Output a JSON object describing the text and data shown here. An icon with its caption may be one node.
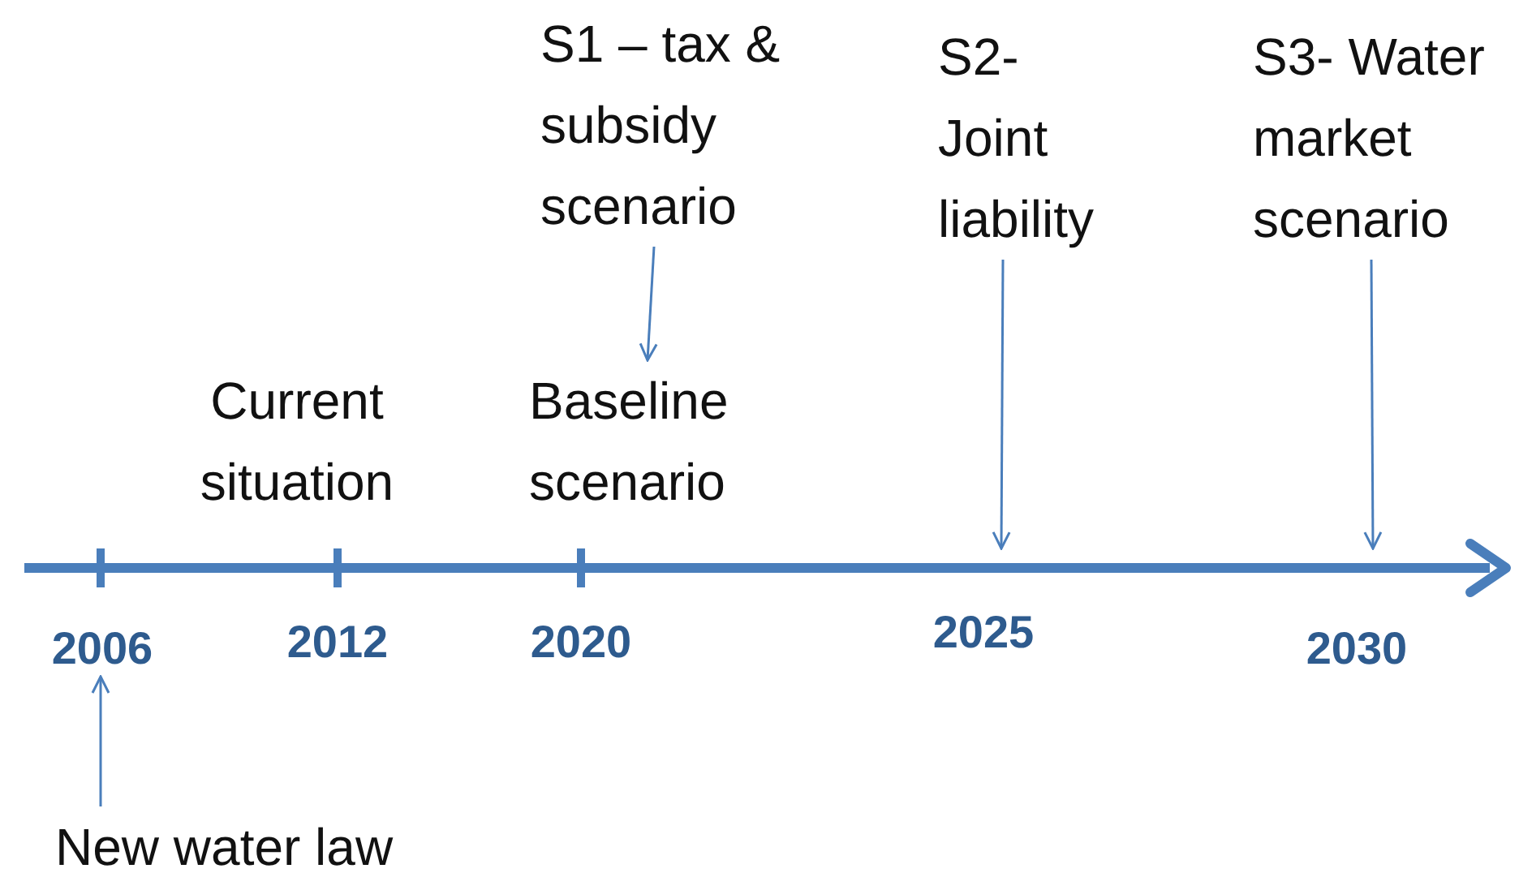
{
  "diagram": {
    "nodes": [
      {
        "text": [
          "S1 – tax & subsidy scenario"
        ]
      },
      {
        "text": [
          "S2- Joint liability"
        ]
      },
      {
        "text": [
          "S3- Water market scenario"
        ]
      },
      {
        "text": [
          "Baseline scenario"
        ]
      },
      {
        "text": [
          "2006"
        ]
      },
      {
        "text": [
          "New water law"
        ]
      }
    ],
    "edges": [
      {
        "from": 0,
        "to": 3,
        "arrow": "to"
      },
      {
        "from": 1,
        "to": null,
        "arrow": "to"
      },
      {
        "from": 2,
        "to": null,
        "arrow": "to"
      },
      {
        "from": 5,
        "to": 4,
        "arrow": "to"
      }
    ],
    "labels": [
      "Current situation",
      "2012",
      "2020",
      "2025",
      "2030"
    ]
  }
}
